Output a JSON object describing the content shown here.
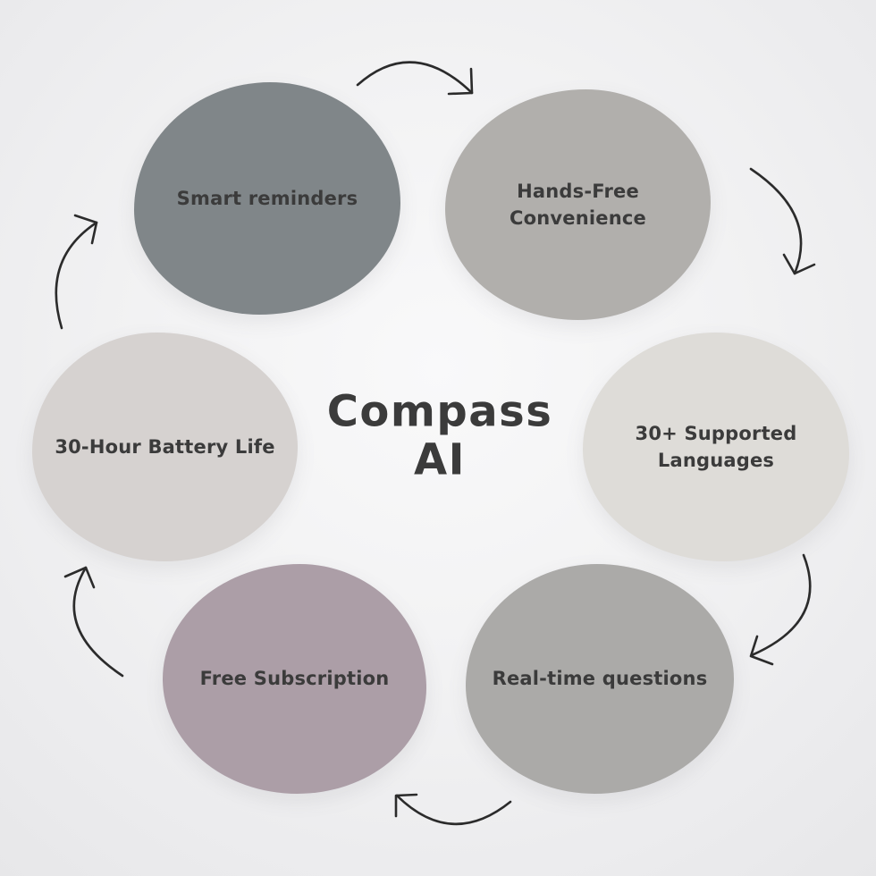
{
  "title": "Compass AI",
  "diagram": {
    "type": "cycle",
    "flow_direction": "clockwise",
    "text_color": "#3b3b3b",
    "arrow_color": "#2b2b2b",
    "nodes": [
      {
        "label": "Smart reminders",
        "color": "#808689"
      },
      {
        "label": "Hands-Free Convenience",
        "color": "#b1afac"
      },
      {
        "label": "30+ Supported Languages",
        "color": "#dedcd8"
      },
      {
        "label": "Real-time questions",
        "color": "#abaaa8"
      },
      {
        "label": "Free Subscription",
        "color": "#ac9ea7"
      },
      {
        "label": "30-Hour Battery Life",
        "color": "#d6d2d0"
      }
    ]
  }
}
